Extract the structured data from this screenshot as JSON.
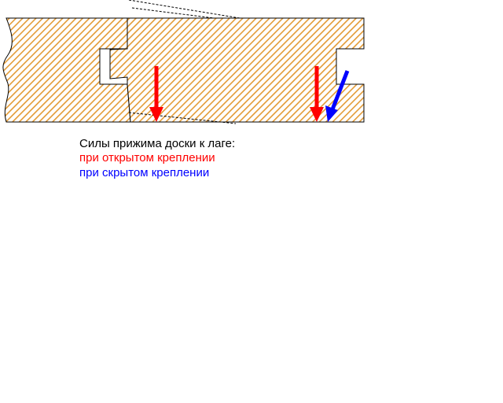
{
  "caption": {
    "title": "Силы прижима доски к лаге:",
    "open_fastening": "при открытом креплении",
    "hidden_fastening": "при скрытом креплении"
  },
  "colors": {
    "wood_fill": "#ffffff",
    "wood_hatch": "#e39b36",
    "outline": "#000000",
    "open_fastening_force": "#ff0000",
    "hidden_fastening_force": "#0000ff",
    "title_text": "#000000"
  }
}
